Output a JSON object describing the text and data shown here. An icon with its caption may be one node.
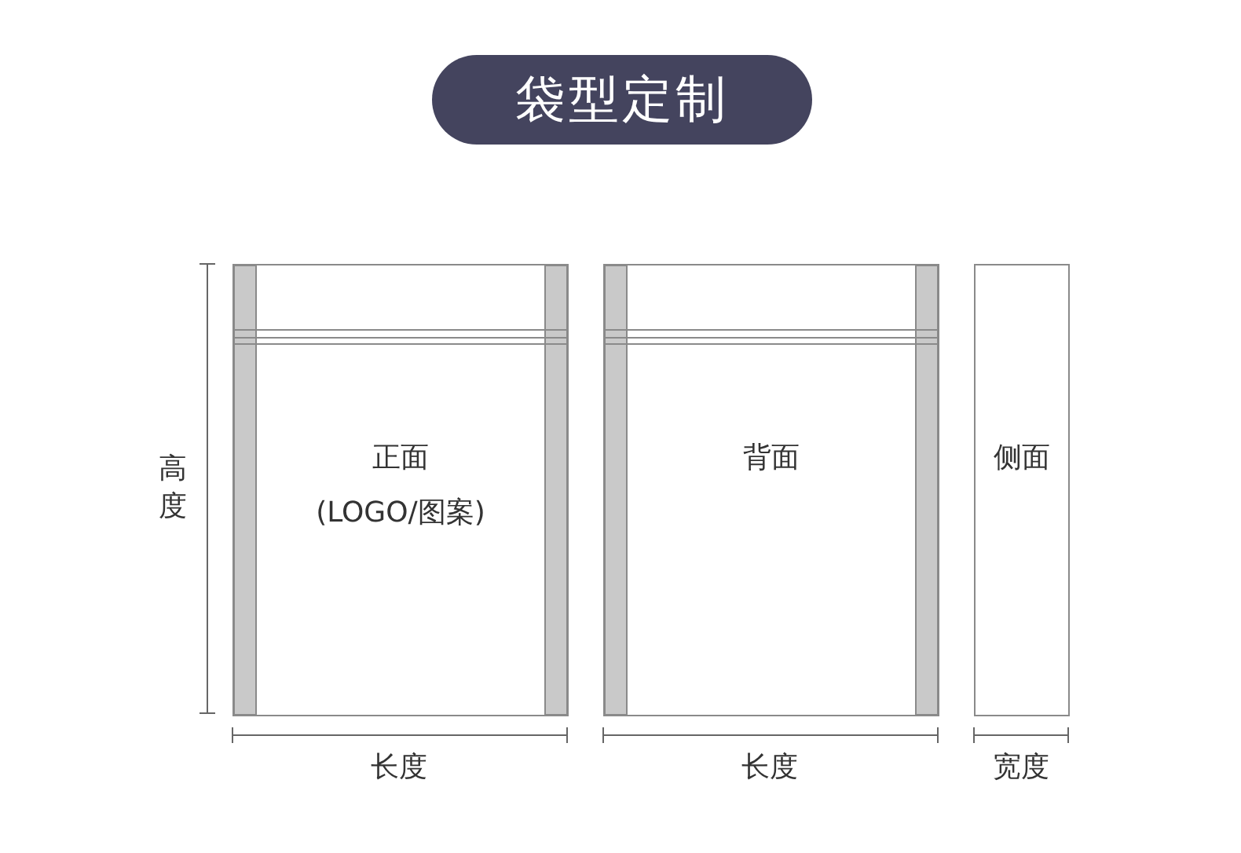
{
  "diagram": {
    "title": "袋型定制",
    "nodes": [
      {
        "text": [
          "正面",
          "(LOGO/图案)"
        ]
      },
      {
        "text": [
          "背面"
        ]
      },
      {
        "text": [
          "侧面"
        ]
      }
    ],
    "labels": [
      "高度",
      "长度",
      "长度",
      "宽度"
    ]
  }
}
